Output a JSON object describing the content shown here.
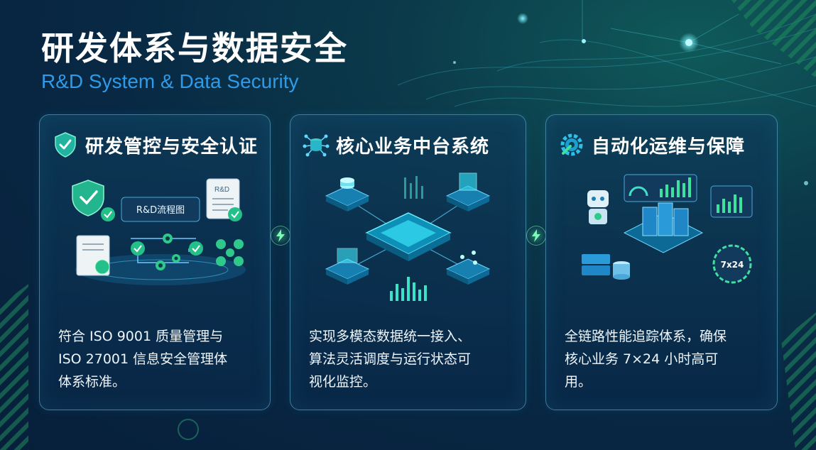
{
  "header": {
    "title": "研发体系与数据安全",
    "subtitle": "R&D System & Data Security"
  },
  "cards": [
    {
      "title": "研发管控与安全认证",
      "icon": "shield-check-icon",
      "illustration_label": "R&D流程图",
      "doc_label": "R&D",
      "text_lines": [
        "符合 ISO 9001 质量管理与",
        "ISO 27001 信息安全管理体",
        "体系标准。"
      ]
    },
    {
      "title": "核心业务中台系统",
      "icon": "database-hub-icon",
      "text_lines": [
        "实现多模态数据统一接入、",
        "算法灵活调度与运行状态可",
        "视化监控。"
      ]
    },
    {
      "title": "自动化运维与保障",
      "icon": "gear-wrench-icon",
      "badge_label": "7x24",
      "text_lines": [
        "全链路性能追踪体系，确保",
        "核心业务 7×24 小时高可",
        "用。"
      ]
    }
  ],
  "colors": {
    "accent_blue": "#2f9be8",
    "accent_green": "#3ddc84",
    "card_border": "#6ebedc",
    "background": "#082844"
  }
}
